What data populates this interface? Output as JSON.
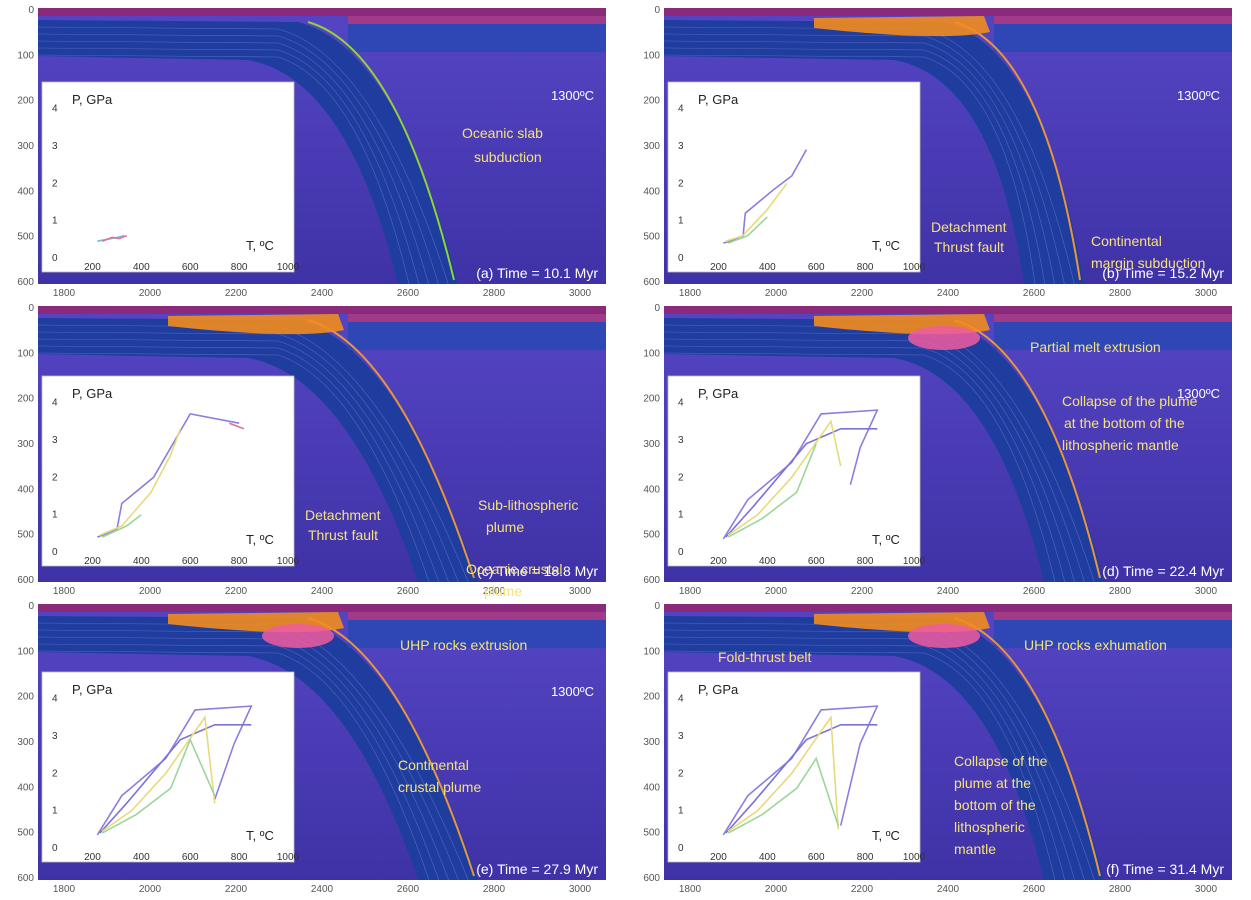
{
  "figure": {
    "panels": [
      {
        "id": "a",
        "time_label": "(a) Time = 10.1 Myr",
        "temperature_label": "1300ºC",
        "annotations": [
          "Oceanic slab",
          "subduction"
        ],
        "inset": {
          "y_title": "P, GPa",
          "x_title": "T, ºC",
          "traces": [
            {
              "color": "#69c0e0",
              "points": [
                [
                  220,
                  0.45
                ],
                [
                  260,
                  0.5
                ],
                [
                  300,
                  0.55
                ],
                [
                  330,
                  0.6
                ]
              ]
            },
            {
              "color": "#e06fa0",
              "points": [
                [
                  240,
                  0.45
                ],
                [
                  280,
                  0.55
                ],
                [
                  310,
                  0.52
                ],
                [
                  340,
                  0.6
                ]
              ]
            }
          ]
        }
      },
      {
        "id": "b",
        "time_label": "(b) Time = 15.2 Myr",
        "temperature_label": "1300ºC",
        "annotations": [
          "Detachment",
          "Thrust fault",
          "Continental",
          "margin subduction"
        ],
        "inset": {
          "y_title": "P, GPa",
          "x_title": "T, ºC",
          "traces": [
            {
              "color": "#8a7fe0",
              "points": [
                [
                  220,
                  0.4
                ],
                [
                  300,
                  0.55
                ],
                [
                  310,
                  1.2
                ],
                [
                  420,
                  1.8
                ],
                [
                  500,
                  2.2
                ],
                [
                  560,
                  2.9
                ]
              ]
            },
            {
              "color": "#e8d97a",
              "points": [
                [
                  230,
                  0.45
                ],
                [
                  300,
                  0.6
                ],
                [
                  400,
                  1.3
                ],
                [
                  480,
                  2.0
                ]
              ]
            },
            {
              "color": "#9bd69b",
              "points": [
                [
                  240,
                  0.4
                ],
                [
                  320,
                  0.6
                ],
                [
                  400,
                  1.1
                ]
              ]
            }
          ]
        }
      },
      {
        "id": "c",
        "time_label": "(c) Time = 18.8 Myr",
        "temperature_label": "",
        "annotations": [
          "Detachment",
          "Thrust fault",
          "Sub-lithospheric",
          "plume",
          "Oceanic crustal",
          "plume"
        ],
        "inset": {
          "y_title": "P, GPa",
          "x_title": "T, ºC",
          "traces": [
            {
              "color": "#8a7fe0",
              "points": [
                [
                  220,
                  0.4
                ],
                [
                  300,
                  0.6
                ],
                [
                  320,
                  1.3
                ],
                [
                  450,
                  2.0
                ],
                [
                  600,
                  3.7
                ],
                [
                  800,
                  3.45
                ]
              ]
            },
            {
              "color": "#e8d97a",
              "points": [
                [
                  230,
                  0.45
                ],
                [
                  320,
                  0.7
                ],
                [
                  440,
                  1.6
                ],
                [
                  520,
                  2.6
                ],
                [
                  560,
                  3.3
                ]
              ]
            },
            {
              "color": "#9bd69b",
              "points": [
                [
                  240,
                  0.4
                ],
                [
                  340,
                  0.7
                ],
                [
                  400,
                  1.0
                ]
              ]
            },
            {
              "color": "#e06fa0",
              "points": [
                [
                  760,
                  3.45
                ],
                [
                  820,
                  3.3
                ]
              ]
            }
          ]
        }
      },
      {
        "id": "d",
        "time_label": "(d) Time = 22.4 Myr",
        "temperature_label": "1300ºC",
        "annotations": [
          "Partial melt extrusion",
          "Collapse of the plume",
          "at the bottom of the",
          "lithospheric mantle"
        ],
        "inset": {
          "y_title": "P, GPa",
          "x_title": "T, ºC",
          "traces": [
            {
              "color": "#8a7fe0",
              "points": [
                [
                  220,
                  0.35
                ],
                [
                  320,
                  1.4
                ],
                [
                  500,
                  2.4
                ],
                [
                  620,
                  3.7
                ],
                [
                  850,
                  3.8
                ],
                [
                  780,
                  2.8
                ],
                [
                  740,
                  1.8
                ]
              ]
            },
            {
              "color": "#7b72d6",
              "points": [
                [
                  230,
                  0.4
                ],
                [
                  340,
                  1.2
                ],
                [
                  560,
                  2.9
                ],
                [
                  700,
                  3.3
                ],
                [
                  850,
                  3.3
                ]
              ]
            },
            {
              "color": "#e8d97a",
              "points": [
                [
                  240,
                  0.45
                ],
                [
                  360,
                  1.0
                ],
                [
                  500,
                  2.0
                ],
                [
                  660,
                  3.5
                ],
                [
                  700,
                  2.3
                ]
              ]
            },
            {
              "color": "#9bd69b",
              "points": [
                [
                  240,
                  0.4
                ],
                [
                  380,
                  0.9
                ],
                [
                  520,
                  1.6
                ],
                [
                  600,
                  2.9
                ]
              ]
            }
          ]
        }
      },
      {
        "id": "e",
        "time_label": "(e) Time = 27.9 Myr",
        "temperature_label": "1300ºC",
        "annotations": [
          "UHP rocks extrusion",
          "Continental",
          "crustal plume"
        ],
        "inset": {
          "y_title": "P, GPa",
          "x_title": "T, ºC",
          "traces": [
            {
              "color": "#8a7fe0",
              "points": [
                [
                  220,
                  0.35
                ],
                [
                  320,
                  1.4
                ],
                [
                  500,
                  2.4
                ],
                [
                  620,
                  3.7
                ],
                [
                  850,
                  3.8
                ],
                [
                  780,
                  2.8
                ],
                [
                  700,
                  1.3
                ]
              ]
            },
            {
              "color": "#7b72d6",
              "points": [
                [
                  230,
                  0.4
                ],
                [
                  340,
                  1.2
                ],
                [
                  560,
                  2.9
                ],
                [
                  700,
                  3.3
                ],
                [
                  850,
                  3.3
                ]
              ]
            },
            {
              "color": "#e8d97a",
              "points": [
                [
                  240,
                  0.45
                ],
                [
                  360,
                  1.0
                ],
                [
                  500,
                  2.0
                ],
                [
                  660,
                  3.5
                ],
                [
                  700,
                  1.2
                ]
              ]
            },
            {
              "color": "#9bd69b",
              "points": [
                [
                  240,
                  0.4
                ],
                [
                  380,
                  0.9
                ],
                [
                  520,
                  1.6
                ],
                [
                  600,
                  2.9
                ],
                [
                  700,
                  1.4
                ]
              ]
            }
          ]
        }
      },
      {
        "id": "f",
        "time_label": "(f) Time = 31.4 Myr",
        "temperature_label": "",
        "annotations": [
          "Fold-thrust belt",
          "UHP rocks exhumation",
          "Collapse of the",
          "plume at the",
          "bottom of the",
          "lithospheric",
          "mantle"
        ],
        "inset": {
          "y_title": "P, GPa",
          "x_title": "T, ºC",
          "traces": [
            {
              "color": "#8a7fe0",
              "points": [
                [
                  220,
                  0.35
                ],
                [
                  320,
                  1.4
                ],
                [
                  500,
                  2.4
                ],
                [
                  620,
                  3.7
                ],
                [
                  850,
                  3.8
                ],
                [
                  780,
                  2.8
                ],
                [
                  700,
                  0.6
                ]
              ]
            },
            {
              "color": "#7b72d6",
              "points": [
                [
                  230,
                  0.4
                ],
                [
                  340,
                  1.2
                ],
                [
                  560,
                  2.9
                ],
                [
                  700,
                  3.3
                ],
                [
                  850,
                  3.3
                ]
              ]
            },
            {
              "color": "#e8d97a",
              "points": [
                [
                  240,
                  0.45
                ],
                [
                  360,
                  1.0
                ],
                [
                  500,
                  2.0
                ],
                [
                  660,
                  3.5
                ],
                [
                  690,
                  0.5
                ]
              ]
            },
            {
              "color": "#9bd69b",
              "points": [
                [
                  240,
                  0.4
                ],
                [
                  380,
                  0.9
                ],
                [
                  520,
                  1.6
                ],
                [
                  600,
                  2.4
                ],
                [
                  690,
                  0.6
                ]
              ]
            }
          ]
        }
      }
    ],
    "axes": {
      "x_ticks": [
        "1800",
        "2000",
        "2200",
        "2400",
        "2600",
        "2800",
        "3000"
      ],
      "y_ticks": [
        "0",
        "100",
        "200",
        "300",
        "400",
        "500",
        "600"
      ],
      "inset_x_ticks": [
        "200",
        "400",
        "600",
        "800",
        "1000"
      ],
      "inset_y_ticks": [
        "0",
        "1",
        "2",
        "3",
        "4"
      ]
    },
    "colors": {
      "mantle": "#4a3db0",
      "lithosphere": "#1f3d9e",
      "crust_orange": "#f28c1e",
      "crust_magenta": "#c8167a",
      "plume_pink": "#f05aa0",
      "slab_green": "#8fd33a",
      "annotation": "#f5e37a"
    }
  },
  "chart_data": [
    {
      "type": "line",
      "title": "",
      "xlabel": "T, ºC",
      "ylabel": "P, GPa",
      "panel": "a",
      "xlim": [
        100,
        1000
      ],
      "ylim": [
        0,
        4.5
      ],
      "series": [
        {
          "values": [
            [
              220,
              0.45
            ],
            [
              260,
              0.5
            ],
            [
              300,
              0.55
            ],
            [
              330,
              0.6
            ]
          ]
        }
      ]
    },
    {
      "type": "line",
      "title": "",
      "xlabel": "T, ºC",
      "ylabel": "P, GPa",
      "panel": "b",
      "xlim": [
        100,
        1000
      ],
      "ylim": [
        0,
        4.5
      ],
      "series": [
        {
          "values": [
            [
              220,
              0.4
            ],
            [
              300,
              0.55
            ],
            [
              310,
              1.2
            ],
            [
              420,
              1.8
            ],
            [
              500,
              2.2
            ],
            [
              560,
              2.9
            ]
          ]
        }
      ]
    },
    {
      "type": "line",
      "title": "",
      "xlabel": "T, ºC",
      "ylabel": "P, GPa",
      "panel": "c",
      "xlim": [
        100,
        1000
      ],
      "ylim": [
        0,
        4.5
      ],
      "series": [
        {
          "values": [
            [
              220,
              0.4
            ],
            [
              300,
              0.6
            ],
            [
              320,
              1.3
            ],
            [
              450,
              2.0
            ],
            [
              600,
              3.7
            ],
            [
              800,
              3.45
            ]
          ]
        }
      ]
    },
    {
      "type": "line",
      "title": "",
      "xlabel": "T, ºC",
      "ylabel": "P, GPa",
      "panel": "d",
      "xlim": [
        100,
        1000
      ],
      "ylim": [
        0,
        4.5
      ],
      "series": [
        {
          "values": [
            [
              220,
              0.35
            ],
            [
              320,
              1.4
            ],
            [
              500,
              2.4
            ],
            [
              620,
              3.7
            ],
            [
              850,
              3.8
            ],
            [
              780,
              2.8
            ],
            [
              740,
              1.8
            ]
          ]
        }
      ]
    },
    {
      "type": "line",
      "title": "",
      "xlabel": "T, ºC",
      "ylabel": "P, GPa",
      "panel": "e",
      "xlim": [
        100,
        1000
      ],
      "ylim": [
        0,
        4.5
      ],
      "series": [
        {
          "values": [
            [
              220,
              0.35
            ],
            [
              320,
              1.4
            ],
            [
              500,
              2.4
            ],
            [
              620,
              3.7
            ],
            [
              850,
              3.8
            ],
            [
              780,
              2.8
            ],
            [
              700,
              1.3
            ]
          ]
        }
      ]
    },
    {
      "type": "line",
      "title": "",
      "xlabel": "T, ºC",
      "ylabel": "P, GPa",
      "panel": "f",
      "xlim": [
        100,
        1000
      ],
      "ylim": [
        0,
        4.5
      ],
      "series": [
        {
          "values": [
            [
              220,
              0.35
            ],
            [
              320,
              1.4
            ],
            [
              500,
              2.4
            ],
            [
              620,
              3.7
            ],
            [
              850,
              3.8
            ],
            [
              780,
              2.8
            ],
            [
              700,
              0.6
            ]
          ]
        }
      ]
    }
  ]
}
